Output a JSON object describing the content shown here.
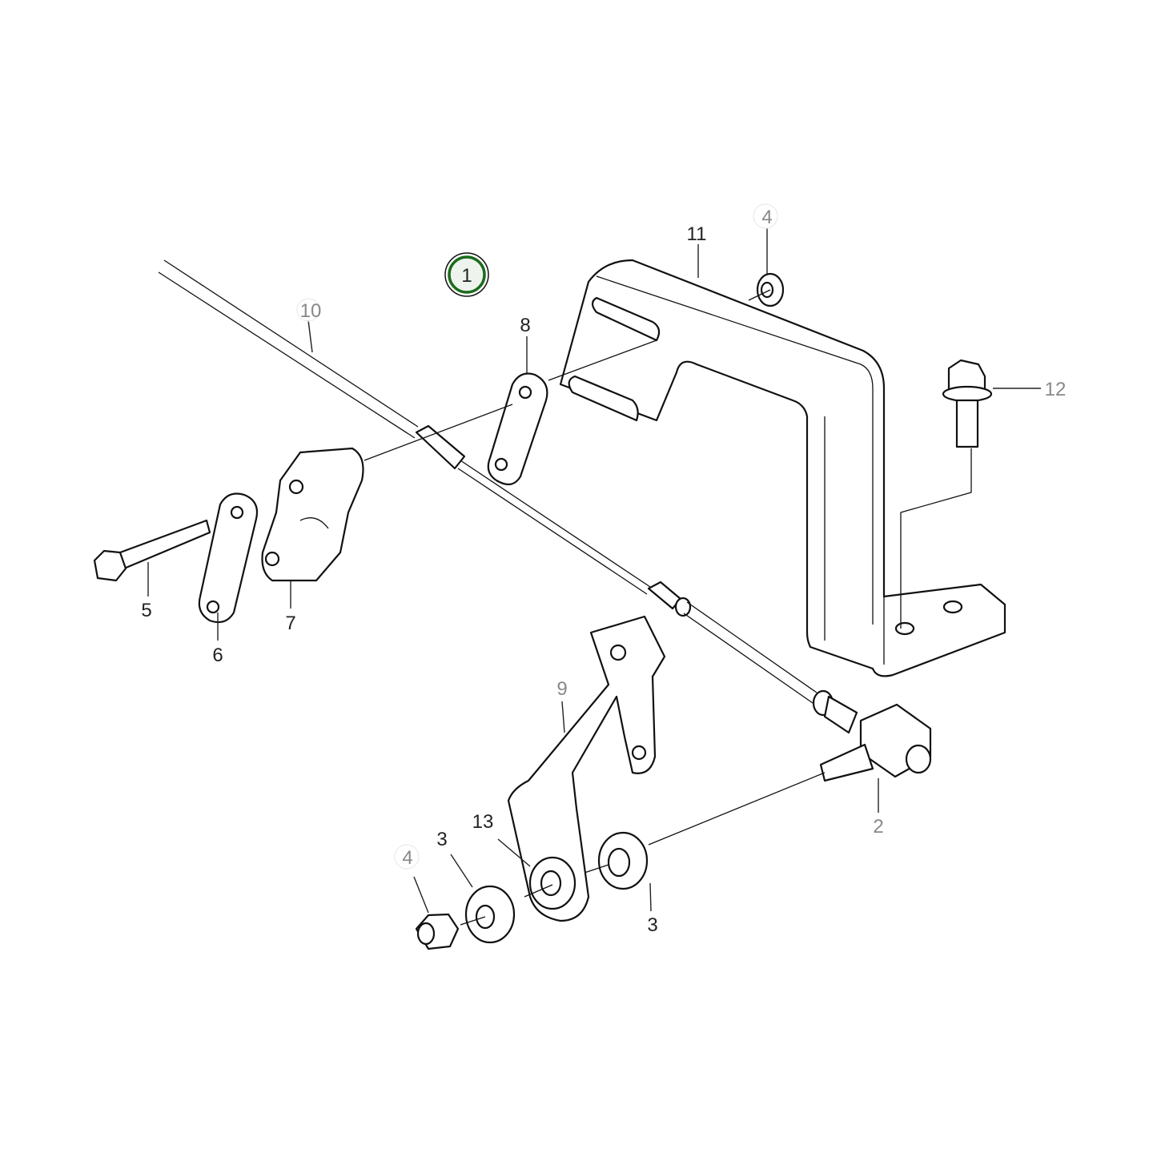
{
  "diagram": {
    "type": "exploded parts diagram",
    "assembly_callout": {
      "label": "1",
      "ring_color": "#1a6b1a",
      "fill_color": "#eef3ee"
    },
    "callouts": [
      {
        "id": "10",
        "gray": true
      },
      {
        "id": "11",
        "gray": false
      },
      {
        "id": "4",
        "gray": true
      },
      {
        "id": "8",
        "gray": false
      },
      {
        "id": "12",
        "gray": true
      },
      {
        "id": "5",
        "gray": false
      },
      {
        "id": "6",
        "gray": false
      },
      {
        "id": "7",
        "gray": false
      },
      {
        "id": "9",
        "gray": true
      },
      {
        "id": "2",
        "gray": true
      },
      {
        "id": "13",
        "gray": false
      },
      {
        "id": "3",
        "gray": false
      },
      {
        "id": "4",
        "gray": true
      },
      {
        "id": "3",
        "gray": false
      }
    ]
  }
}
